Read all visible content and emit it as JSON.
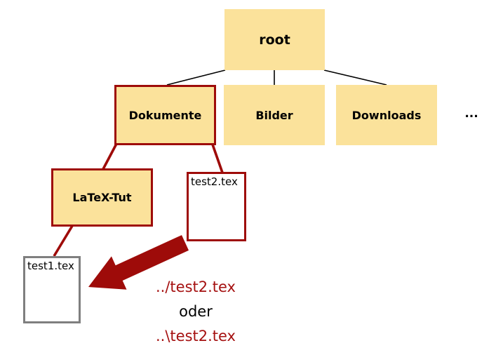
{
  "colors": {
    "folder_fill": "#FBE29B",
    "highlight_red": "#9E0B09",
    "caption_red": "#A51111",
    "file_border_gray": "#7F7F7F",
    "edge_black": "#000000"
  },
  "nodes": {
    "root": {
      "label": "root"
    },
    "dokumente": {
      "label": "Dokumente"
    },
    "bilder": {
      "label": "Bilder"
    },
    "downloads": {
      "label": "Downloads"
    },
    "more": {
      "label": "..."
    },
    "latex_tut": {
      "label": "LaTeX-Tut"
    },
    "test2": {
      "label": "test2.tex"
    },
    "test1": {
      "label": "test1.tex"
    }
  },
  "caption": {
    "line1": "../test2.tex",
    "line2": "oder",
    "line3": "..\\test2.tex"
  }
}
